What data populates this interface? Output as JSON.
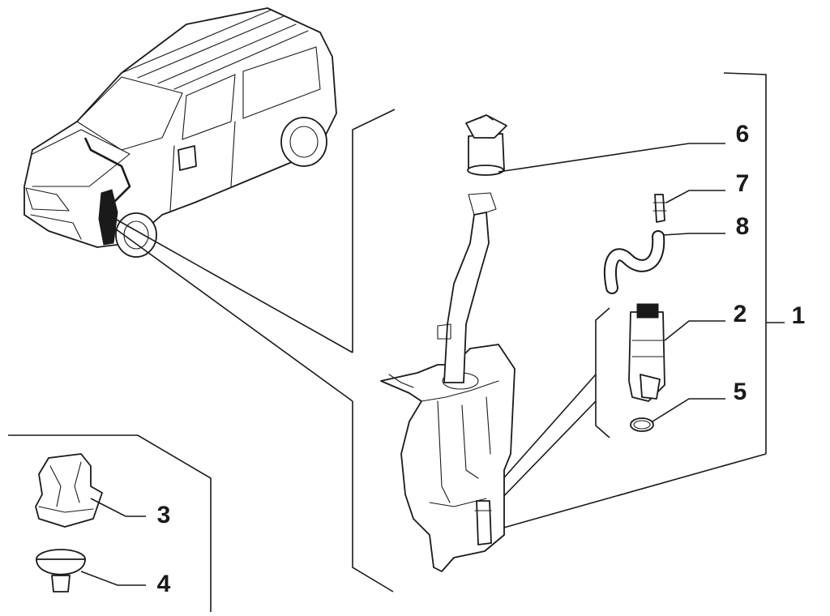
{
  "diagram": {
    "callouts": [
      {
        "id": "1",
        "text": "1"
      },
      {
        "id": "2",
        "text": "2"
      },
      {
        "id": "3",
        "text": "3"
      },
      {
        "id": "4",
        "text": "4"
      },
      {
        "id": "5",
        "text": "5"
      },
      {
        "id": "6",
        "text": "6"
      },
      {
        "id": "7",
        "text": "7"
      },
      {
        "id": "8",
        "text": "8"
      }
    ]
  }
}
